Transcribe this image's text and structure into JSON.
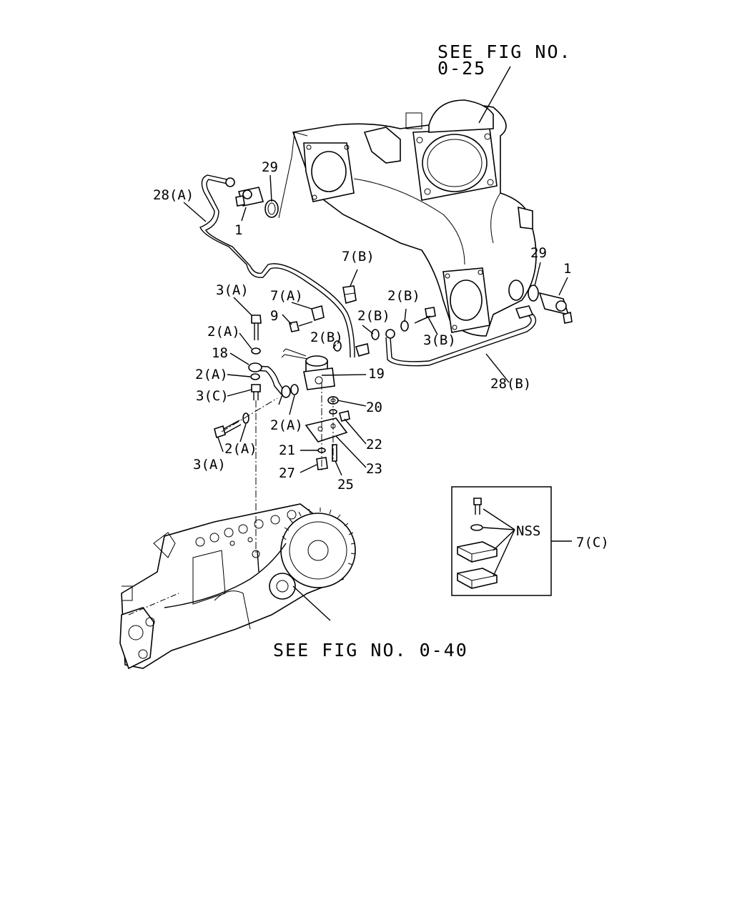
{
  "references": {
    "fig_top_line1": "SEE FIG NO.",
    "fig_top_line2": "0-25",
    "fig_bottom": "SEE FIG NO. 0-40"
  },
  "callouts": {
    "c1_upper": "1",
    "c1_right": "1",
    "c29_upper": "29",
    "c29_right": "29",
    "c28a": "28(A)",
    "c28b": "28(B)",
    "c7b": "7(B)",
    "c7a": "7(A)",
    "c7c": "7(C)",
    "c3a_top": "3(A)",
    "c3a_bottom": "3(A)",
    "c3b": "3(B)",
    "c3c": "3(C)",
    "c2a_1": "2(A)",
    "c2a_2": "2(A)",
    "c2a_3": "2(A)",
    "c2a_4": "2(A)",
    "c2b_1": "2(B)",
    "c2b_2": "2(B)",
    "c2b_3": "2(B)",
    "c9": "9",
    "c18": "18",
    "c19": "19",
    "c20": "20",
    "c21": "21",
    "c22": "22",
    "c23": "23",
    "c25": "25",
    "c27": "27",
    "nss": "NSS"
  }
}
